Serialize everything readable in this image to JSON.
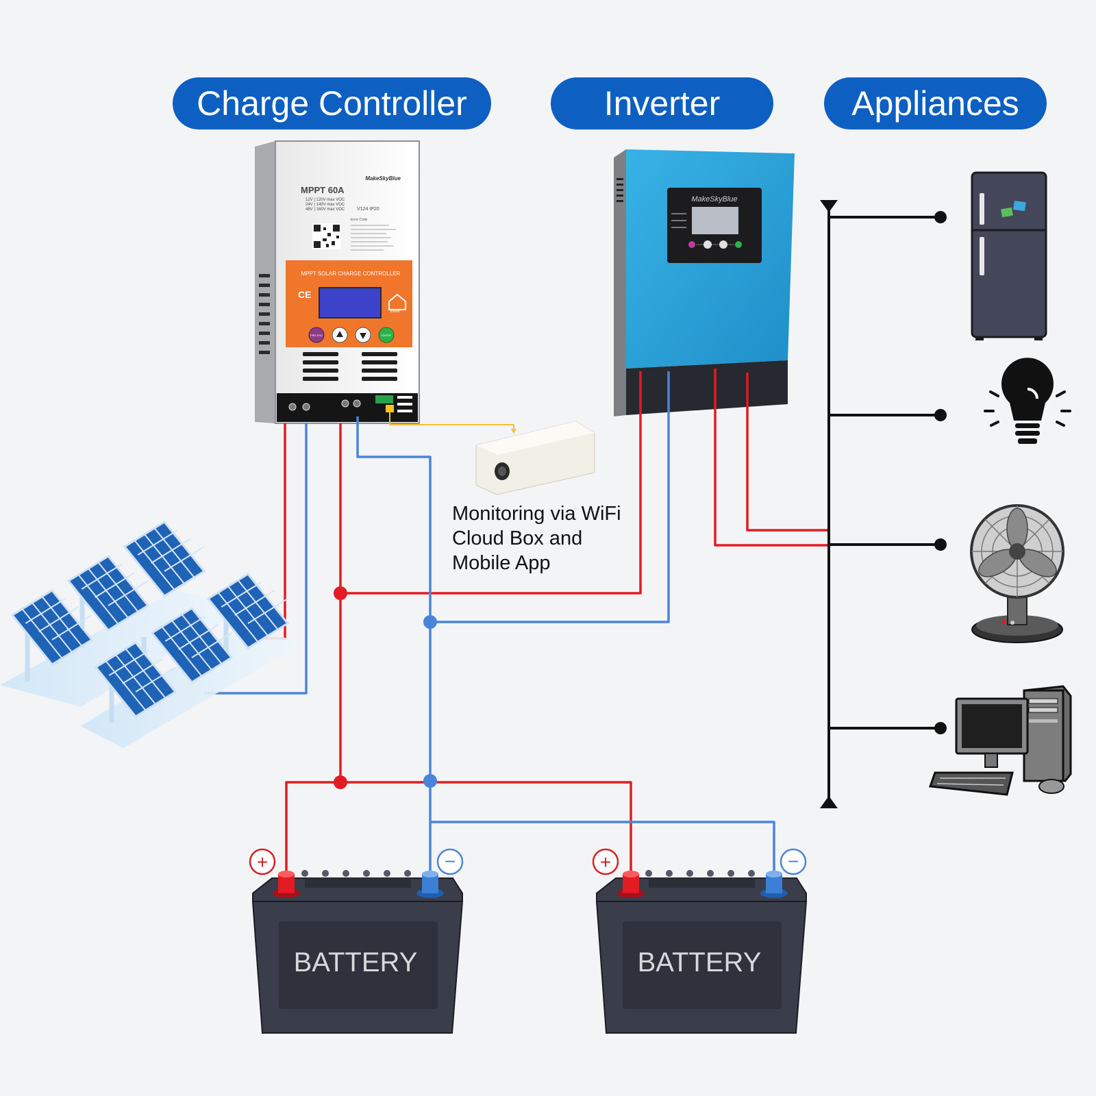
{
  "headers": {
    "charge_controller": "Charge Controller",
    "inverter": "Inverter",
    "appliances": "Appliances"
  },
  "controller": {
    "brand": "MakeSkyBlue",
    "model": "MPPT 60A",
    "spec_lines": [
      "12V | 120V max VOC",
      "24V | 140V max VOC",
      "48V | 160V max VOC"
    ],
    "version": "V124 IP20",
    "error_heading": "Error Code",
    "panel_title": "MPPT SOLAR CHARGE CONTROLLER",
    "ce_mark": "CE",
    "indoor_label": "indoor",
    "btn_esc": "PRG ESC",
    "btn_enter": "ENTER"
  },
  "inverter": {
    "brand": "MakeSkyBlue"
  },
  "wifi_caption": [
    "Monitoring via WiFi",
    "Cloud Box and",
    "Mobile App"
  ],
  "batteries": [
    {
      "label": "BATTERY",
      "pos": "+",
      "neg": "−"
    },
    {
      "label": "BATTERY",
      "pos": "+",
      "neg": "−"
    }
  ],
  "colors": {
    "positive_wire": "#e31b23",
    "negative_wire": "#4a84d8",
    "pill_blue": "#0d5fc2",
    "bus_black": "#111111",
    "inverter_blue": "#2aa3da",
    "controller_orange": "#f0762b",
    "battery_body": "#3a3d4a"
  },
  "icons": [
    "solar-panel-icon",
    "wifi-box-icon",
    "refrigerator-icon",
    "light-bulb-icon",
    "fan-icon",
    "computer-icon",
    "battery-icon"
  ]
}
